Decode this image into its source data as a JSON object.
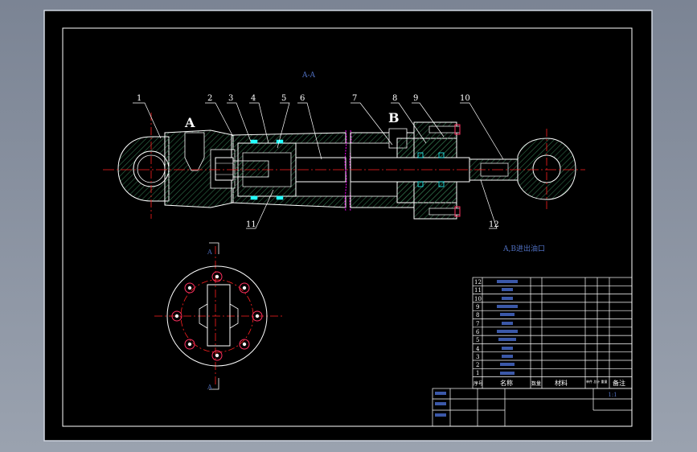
{
  "colors": {
    "background": "#000000",
    "outline": "#ffffff",
    "hatch": "#2f6f4a",
    "centerline": "#ff2020",
    "dimension": "#00e0e0",
    "label": "#ffffff",
    "title_text": "#4f6fc0",
    "seal_magenta": "#ff00ff"
  },
  "section_label": "A-A",
  "port_letters": {
    "a": "A",
    "b": "B"
  },
  "part_numbers": [
    "1",
    "2",
    "3",
    "4",
    "5",
    "6",
    "7",
    "8",
    "9",
    "10",
    "11",
    "12"
  ],
  "view_markers": {
    "top": "A",
    "bottom": "A"
  },
  "port_note": "A,B进出油口",
  "bom": {
    "rows": [
      "12",
      "11",
      "10",
      "9",
      "8",
      "7",
      "6",
      "5",
      "4",
      "3",
      "2",
      "1"
    ],
    "header": {
      "seq": "序号",
      "name": "名称",
      "qty": "数量",
      "material": "材料",
      "weight": "单件 总计 重量",
      "remark": "备注"
    }
  },
  "title_block": {
    "scale": "1:1"
  }
}
